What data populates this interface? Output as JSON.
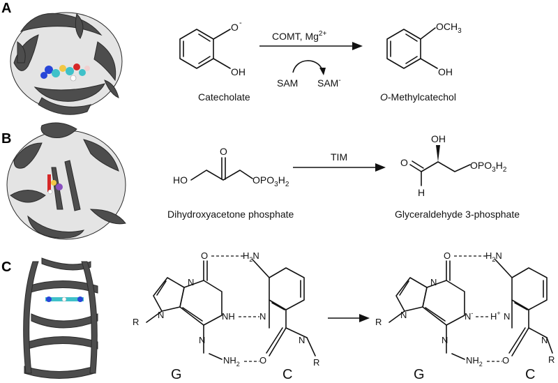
{
  "panels": {
    "a": "A",
    "b": "B",
    "c": "C"
  },
  "colors": {
    "protein": "#4d4d4d",
    "bond": "#111111",
    "ligand_cyan": "#3fc1c9",
    "ligand_blue": "#2846d8",
    "ligand_red": "#d62828",
    "ligand_yellow": "#f2c744"
  },
  "reaction_a": {
    "reactant_charge": "-",
    "reactant_oh": "OH",
    "reactant_name": "Catecholate",
    "enzyme": "COMT, Mg",
    "enzyme_sup": "2+",
    "cofactor_in": "SAM",
    "cofactor_out": "SAM",
    "cofactor_out_sup": "-",
    "product_group": "OCH",
    "product_group_sub": "3",
    "product_oh": "OH",
    "product_name_italic": "O",
    "product_name_rest": "-Methylcatechol"
  },
  "reaction_b": {
    "reactant_ho": "HO",
    "reactant_o": "O",
    "reactant_p": "OPO",
    "reactant_p_sub": "3",
    "reactant_p_end": "H",
    "reactant_p_sub2": "2",
    "reactant_name": "Dihydroxyacetone phosphate",
    "enzyme": "TIM",
    "product_oh": "OH",
    "product_o": "O",
    "product_h": "H",
    "product_p": "OPO",
    "product_p_sub": "3",
    "product_p_end": "H",
    "product_p_sub2": "2",
    "product_name": "Glyceraldehyde 3-phosphate"
  },
  "reaction_c": {
    "n": "N",
    "r": "R",
    "o": "O",
    "h2n": "H",
    "h2n_sub": "2",
    "h2n_end": "N",
    "nh": "NH",
    "nh2": "NH",
    "nh2_sub": "2",
    "n_minus": "N",
    "n_minus_sup": "-",
    "h_plus": "H",
    "h_plus_sup": "+",
    "g_label": "G",
    "c_label": "C"
  }
}
